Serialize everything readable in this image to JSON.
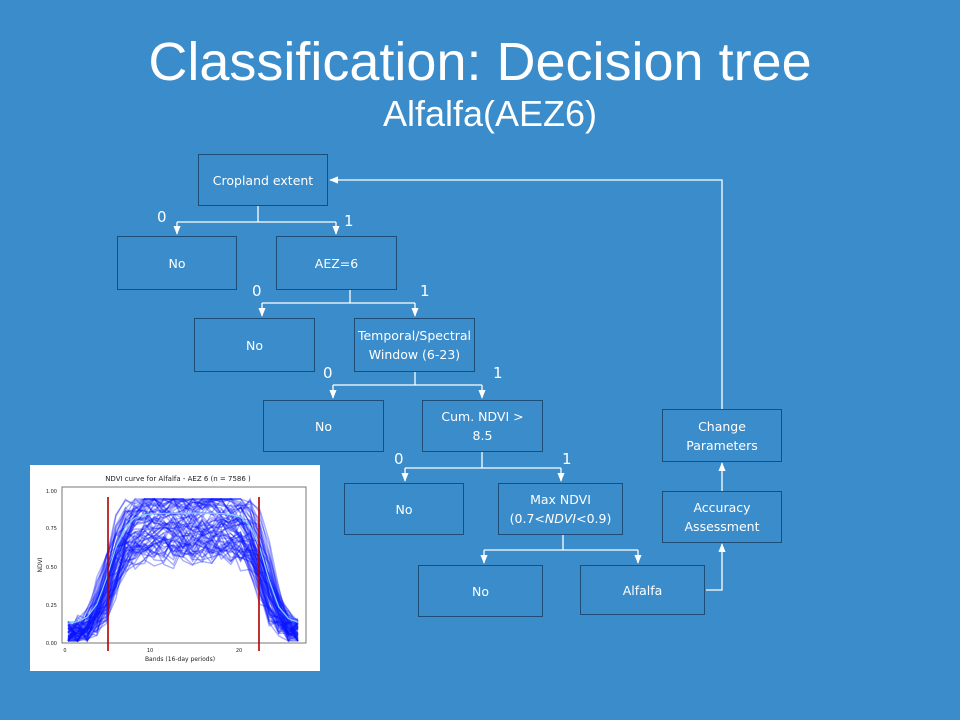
{
  "slide": {
    "title": "Classification: Decision tree",
    "subtitle": "Alfalfa(AEZ6)"
  },
  "tree": {
    "nodes": {
      "cropland": "Cropland extent",
      "no1": "No",
      "aez": "AEZ=6",
      "no2": "No",
      "window_line1": "Temporal/Spectral",
      "window_line2": "Window (6-23)",
      "no3": "No",
      "ndvi_line1": "Cum. NDVI >",
      "ndvi_line2": "8.5",
      "no4": "No",
      "max_line1": "Max NDVI",
      "max_line2_pre": "(0.7<",
      "max_line2_em": "NDVI",
      "max_line2_post": "<0.9)",
      "no5": "No",
      "alfalfa": "Alfalfa",
      "accuracy_line1": "Accuracy",
      "accuracy_line2": "Assessment",
      "change_line1": "Change",
      "change_line2": "Parameters"
    },
    "branch_labels": {
      "zero": "0",
      "one": "1"
    }
  },
  "inset_plot": {
    "title": "NDVI curve for Alfalfa - AEZ 6 (n = 7586 )",
    "ylabel": "NDVI",
    "xlabel": "Bands (16-day periods)",
    "yticks": [
      "0.00",
      "0.25",
      "0.50",
      "0.75",
      "1.00"
    ],
    "xticks": [
      "0",
      "10",
      "20"
    ],
    "colors": {
      "curves": "#0a14ff",
      "mean": "#7fd0ff",
      "bounds": "#b00000"
    }
  }
}
